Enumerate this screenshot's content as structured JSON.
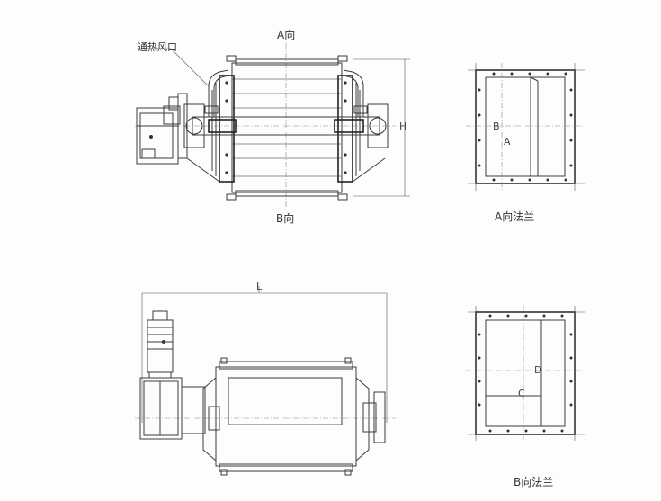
{
  "labels": {
    "a_direction_top": "A向",
    "b_direction_bottom": "B向",
    "heat_vent": "通热风口",
    "dim_h": "H",
    "dim_l": "L",
    "flange_a_title": "A向法兰",
    "flange_a_dim_b": "B",
    "flange_a_dim_a": "A",
    "flange_b_title": "B向法兰",
    "flange_b_dim_d": "D",
    "flange_b_dim_c": "C"
  }
}
